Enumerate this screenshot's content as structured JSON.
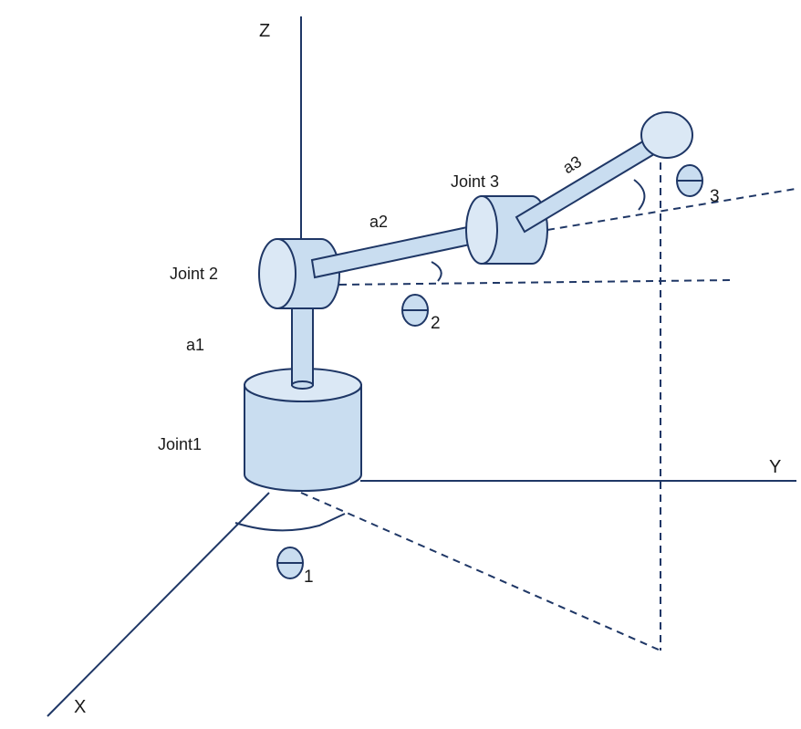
{
  "axes": {
    "x": "X",
    "y": "Y",
    "z": "Z"
  },
  "joints": {
    "joint1": "Joint1",
    "joint2": "Joint 2",
    "joint3": "Joint 3"
  },
  "links": {
    "a1": "a1",
    "a2": "a2",
    "a3": "a3"
  },
  "angles": {
    "theta1": "1",
    "theta2": "2",
    "theta3": "3"
  },
  "colors": {
    "fill": "#c9ddf0",
    "stroke": "#1f3766"
  }
}
